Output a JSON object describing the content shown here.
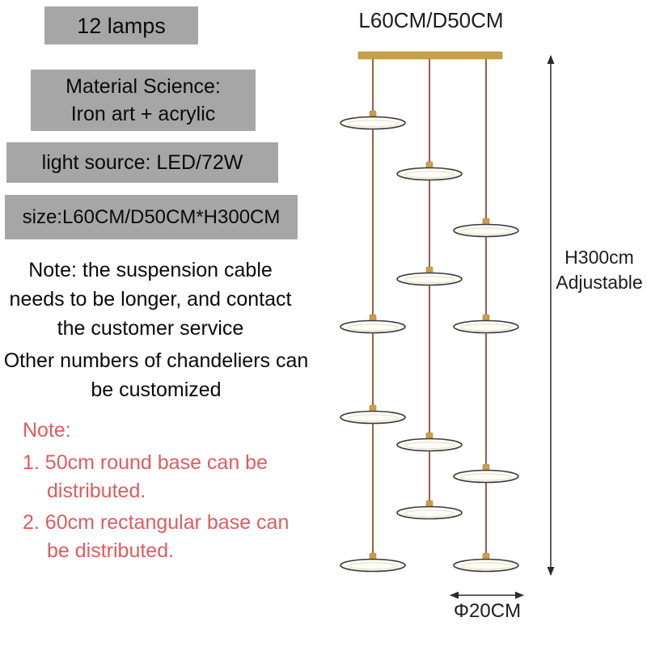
{
  "specs": {
    "lamp_count": "12 lamps",
    "material": {
      "line1": "Material Science:",
      "line2": "Iron art + acrylic"
    },
    "light_source": "light source: LED/72W",
    "size": "size:L60CM/D50CM*H300CM",
    "suspension_note": "Note: the suspension cable needs to be longer, and contact the customer service",
    "customization_note": "Other numbers of chandeliers can be customized"
  },
  "red_note": {
    "title": "Note:",
    "item1": "1. 50cm round base can be distributed.",
    "item2": "2. 60cm rectangular base can be distributed."
  },
  "diagram": {
    "width_label": "L60CM/D50CM",
    "height_label": {
      "line1": "H300cm",
      "line2": "Adjustable"
    },
    "base_diameter_label": "Φ20CM",
    "lamp_disc_count": 12
  },
  "colors": {
    "spec_box_gray": "#a6a6a6",
    "note_red": "#e05c5c",
    "gold": "#c8a04a",
    "cable_brown": "#9b5f4b"
  }
}
